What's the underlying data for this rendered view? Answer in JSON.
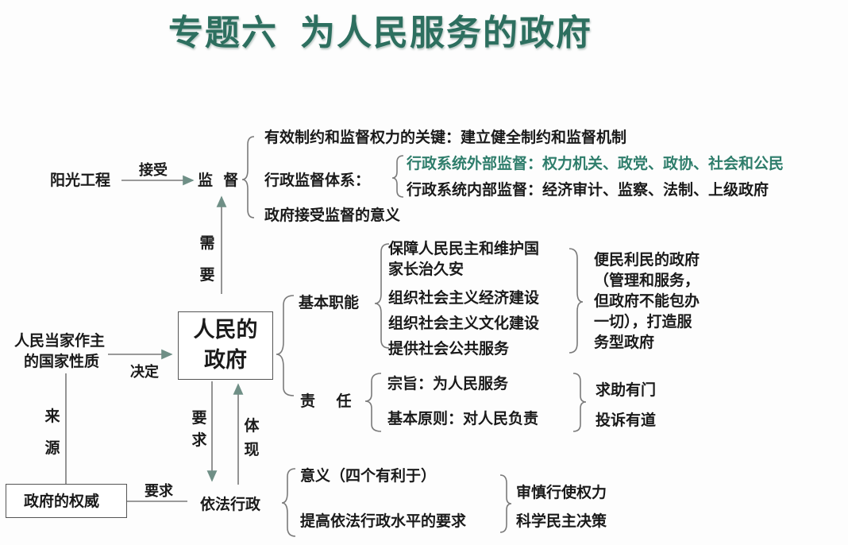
{
  "title": {
    "part1": "专题六",
    "part2": "为人民服务的政府"
  },
  "supervision": {
    "source": "阳光工程",
    "edge_label": "接受",
    "node": "监  督",
    "items": {
      "key": "有效制约和监督权力的关键：建立健全制约和监督机制",
      "system_label": "行政监督体系：",
      "external": "行政系统外部监督：权力机关、政党、政协、社会和公民",
      "internal": "行政系统内部监督：经济审计、监察、法制、上级政府",
      "meaning": "政府接受监督的意义"
    },
    "need_label": [
      "需",
      "要"
    ]
  },
  "center": {
    "line1": "人民的",
    "line2": "政府"
  },
  "nature": {
    "line1": "人民当家作主",
    "line2": "的国家性质",
    "edge_label": "决定",
    "source_label": [
      "来",
      "源"
    ]
  },
  "functions": {
    "label": "基本职能",
    "items": [
      "保障人民民主和维护国",
      "家长治久安",
      "组织社会主义经济建设",
      "组织社会主义文化建设",
      "提供社会公共服务"
    ],
    "result": [
      "便民利民的政府",
      "（管理和服务，",
      "但政府不能包办",
      "一切），打造服",
      "务型政府"
    ]
  },
  "responsibility": {
    "label": "责    任",
    "items": [
      "宗旨：为人民服务",
      "基本原则：对人民负责"
    ],
    "result": [
      "求助有门",
      "投诉有道"
    ]
  },
  "law": {
    "require_label": [
      "要",
      "求"
    ],
    "embody_label": [
      "体",
      "现"
    ],
    "authority": "政府的权威",
    "authority_edge": "要求",
    "node": "依法行政",
    "items": [
      "意义（四个有利于）",
      "提高依法行政水平的要求"
    ],
    "result": [
      "审慎行使权力",
      "科学民主决策"
    ]
  },
  "colors": {
    "title": "#2d6f5f",
    "highlight": "#2e7d6b",
    "line": "#777777",
    "arrow": "#6f8f86"
  }
}
